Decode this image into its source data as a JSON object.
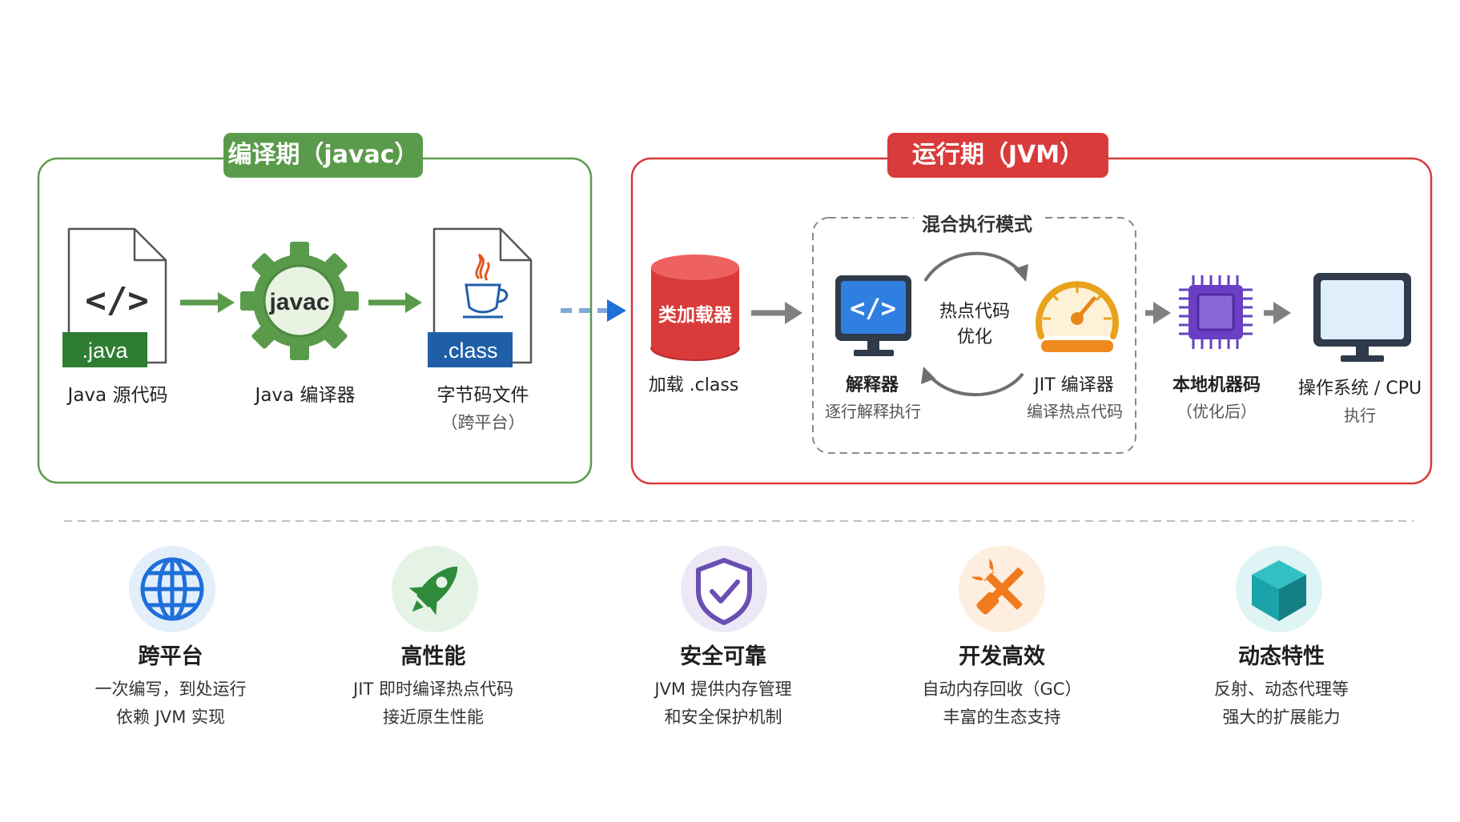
{
  "compile_phase": {
    "title": "编译期（javac）",
    "color": "#5a9b4b",
    "nodes": [
      {
        "icon": "java-source-file-icon",
        "badge": ".java",
        "label": "Java 源代码",
        "sub": ""
      },
      {
        "icon": "javac-gear-icon",
        "badge": "javac",
        "label": "Java 编译器",
        "sub": ""
      },
      {
        "icon": "class-file-icon",
        "badge": ".class",
        "label": "字节码文件",
        "sub": "（跨平台）"
      }
    ]
  },
  "runtime_phase": {
    "title": "运行期（JVM）",
    "color": "#d93a3a",
    "class_loader": {
      "icon": "class-loader-cylinder-icon",
      "text": "类加载器",
      "label": "加载 .class"
    },
    "mixed_mode": {
      "title": "混合执行模式",
      "hotspot_text": [
        "热点代码",
        "优化"
      ],
      "interpreter": {
        "icon": "interpreter-monitor-icon",
        "label": "解释器",
        "sub": "逐行解释执行"
      },
      "jit": {
        "icon": "jit-speedometer-icon",
        "label": "JIT 编译器",
        "sub": "编译热点代码"
      }
    },
    "native_code": {
      "icon": "cpu-chip-icon",
      "label": "本地机器码",
      "sub": "（优化后）"
    },
    "os": {
      "icon": "monitor-icon",
      "label": "操作系统 / CPU",
      "sub": "执行"
    }
  },
  "features": [
    {
      "icon": "globe-icon",
      "title": "跨平台",
      "lines": [
        "一次编写，到处运行",
        "依赖 JVM 实现"
      ],
      "color": "#1e6fd9",
      "bg": "#e3eefb"
    },
    {
      "icon": "rocket-icon",
      "title": "高性能",
      "lines": [
        "JIT 即时编译热点代码",
        "接近原生性能"
      ],
      "color": "#2e8b3a",
      "bg": "#e4f3e6"
    },
    {
      "icon": "shield-check-icon",
      "title": "安全可靠",
      "lines": [
        "JVM 提供内存管理",
        "和安全保护机制"
      ],
      "color": "#6a4fb3",
      "bg": "#ece8f6"
    },
    {
      "icon": "tools-icon",
      "title": "开发高效",
      "lines": [
        "自动内存回收（GC）",
        "丰富的生态支持"
      ],
      "color": "#f07a1e",
      "bg": "#fdeedf"
    },
    {
      "icon": "cube-icon",
      "title": "动态特性",
      "lines": [
        "反射、动态代理等",
        "强大的扩展能力"
      ],
      "color": "#1aa3a8",
      "bg": "#dff4f4"
    }
  ]
}
